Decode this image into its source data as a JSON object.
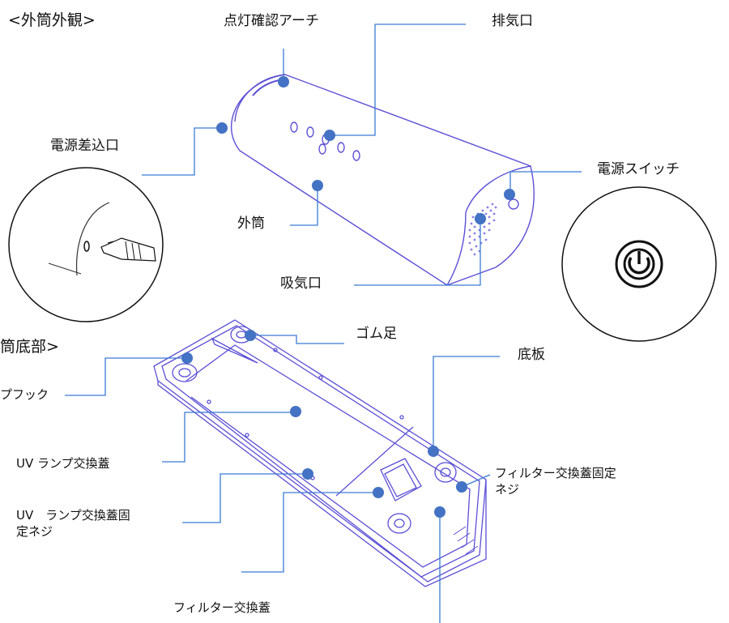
{
  "headings": {
    "exterior": "<外筒外観>",
    "bottom": "筒底部>"
  },
  "labels": {
    "indicator_arch": "点灯確認アーチ",
    "exhaust": "排気口",
    "power_inlet": "電源差込口",
    "power_switch": "電源スイッチ",
    "outer_cylinder": "外筒",
    "intake": "吸気口",
    "rubber_foot": "ゴム足",
    "base_plate": "底板",
    "hook": "プフック",
    "uv_lamp_cover": "UV ランプ交換蓋",
    "filter_cover_screw_1": "フィルター交換蓋固定",
    "filter_cover_screw_2": "ネジ",
    "uv_cover_screw_1": "UV　ランプ交換蓋固",
    "uv_cover_screw_2": "定ネジ",
    "filter_cover": "フィルター交換蓋"
  },
  "colors": {
    "line": "#3a7bd5",
    "dot": "#4472c4",
    "outline": "#5b4fd6"
  }
}
